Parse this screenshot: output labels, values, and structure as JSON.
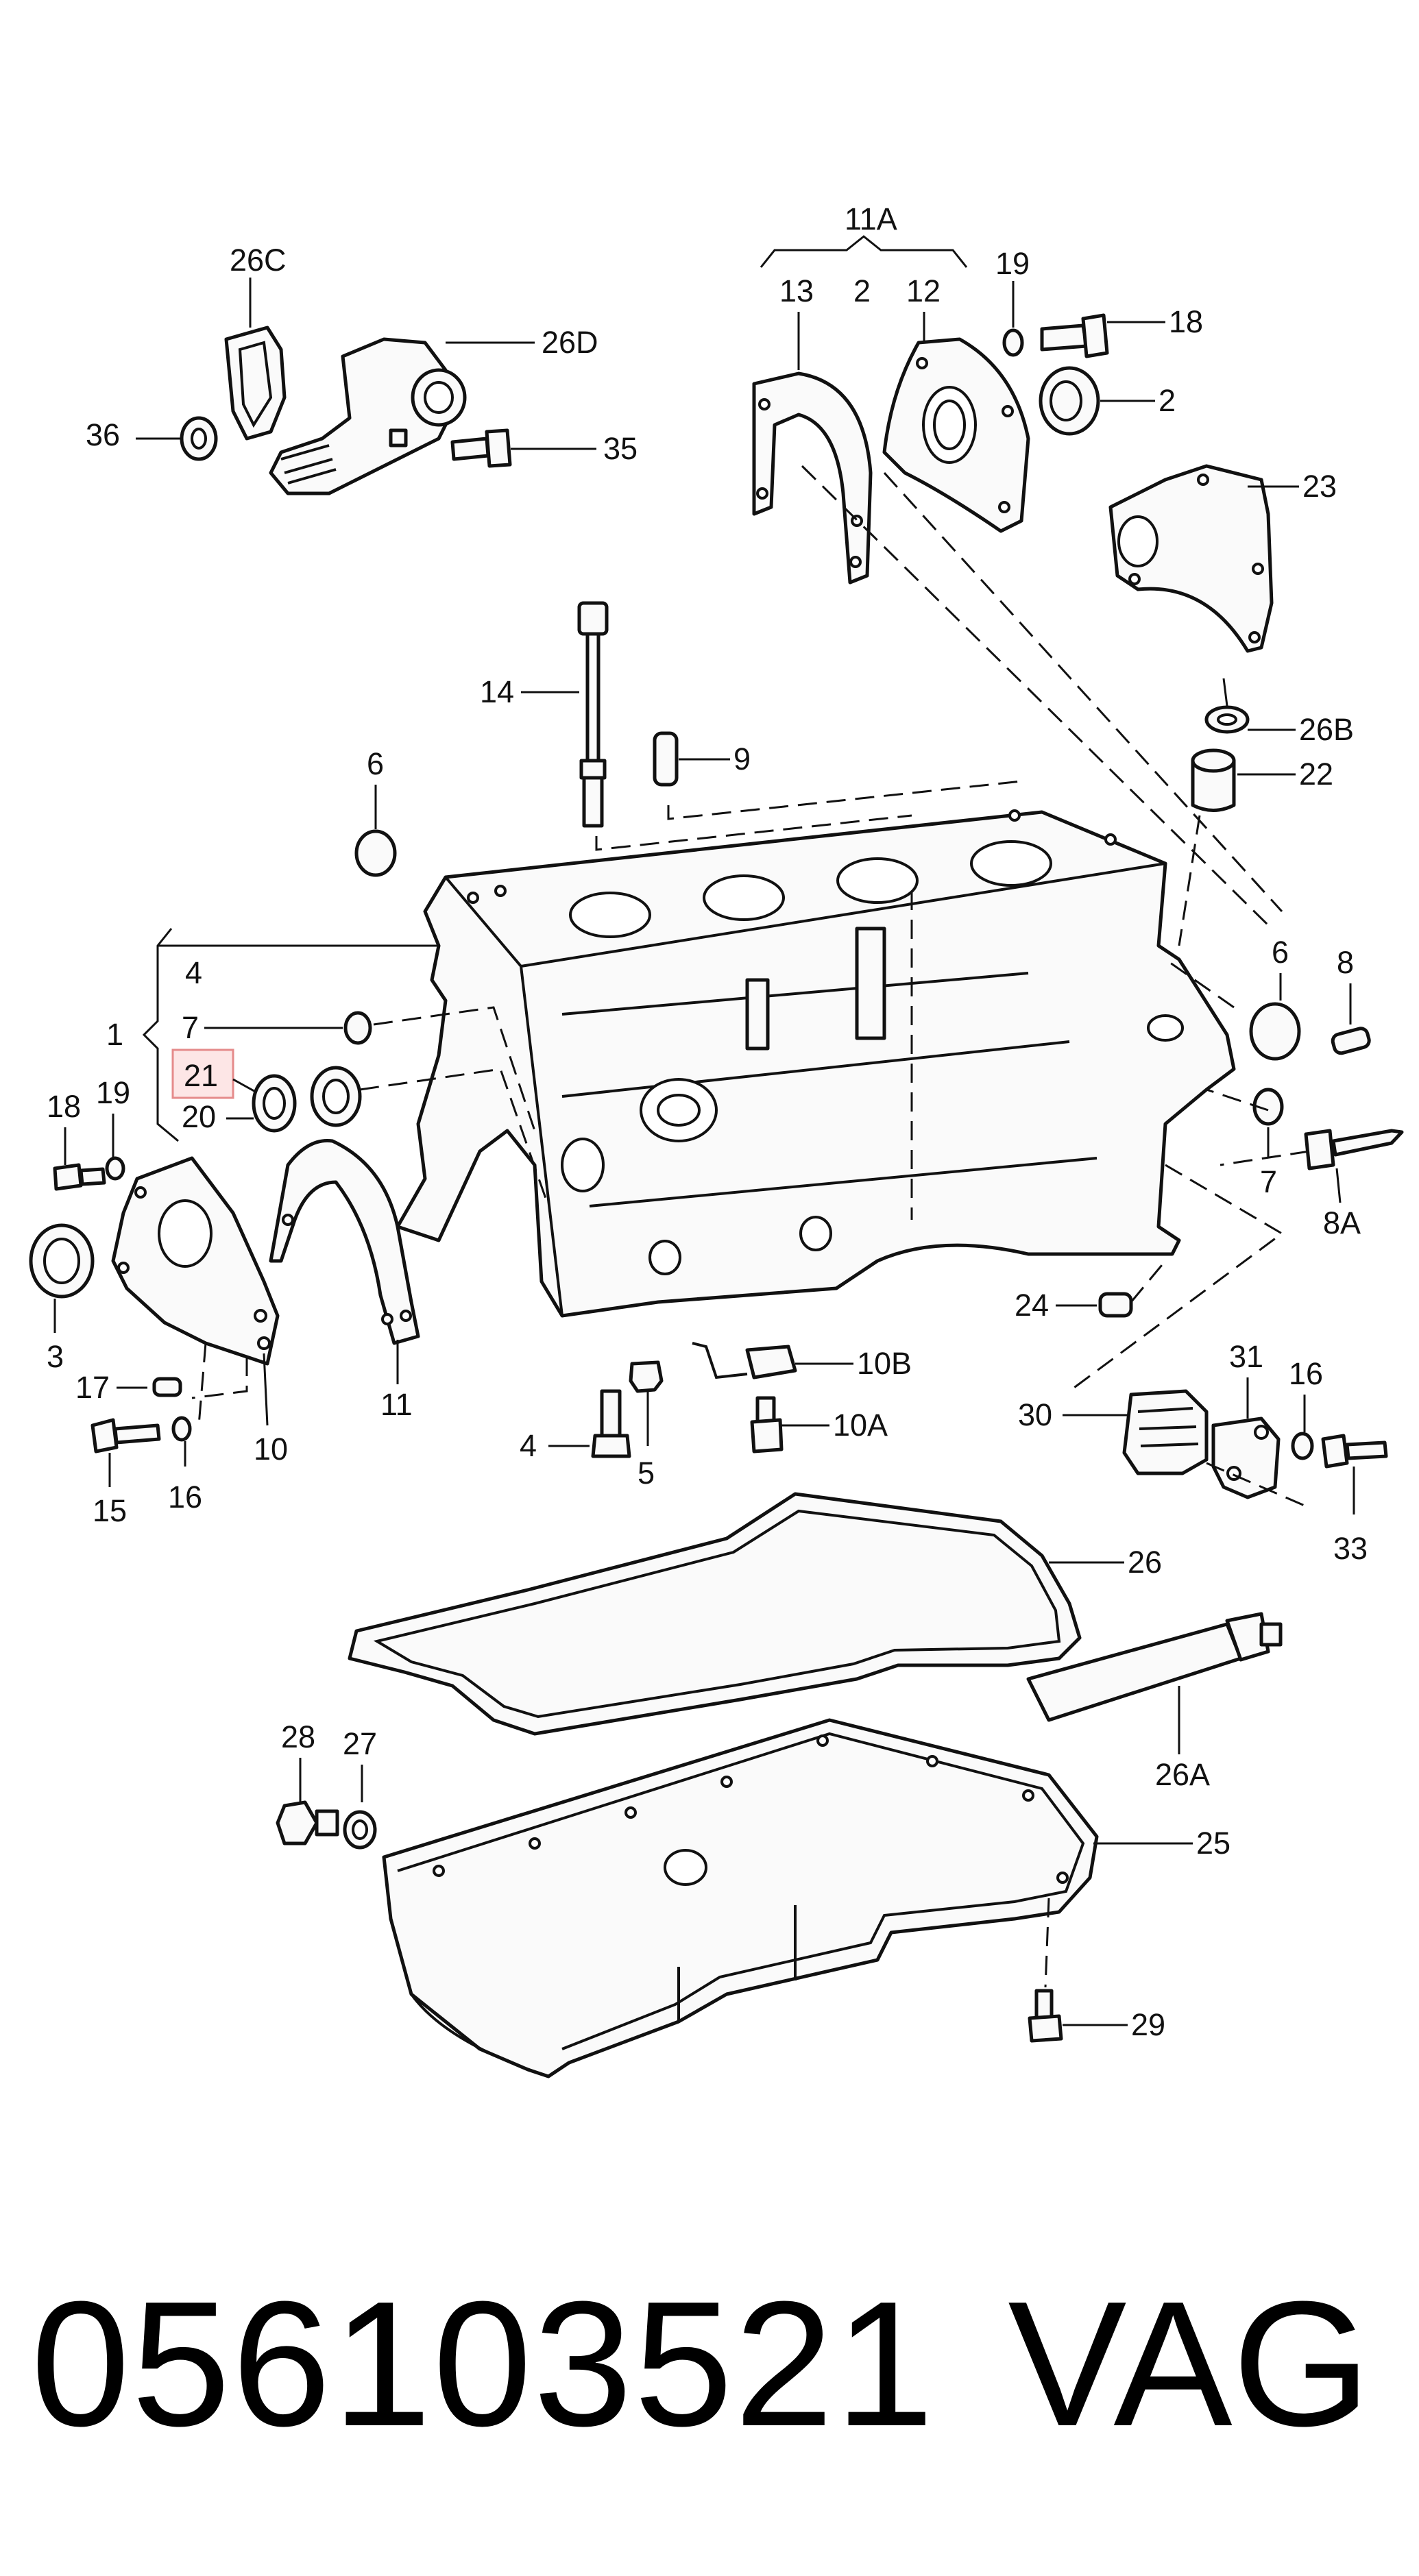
{
  "labels": {
    "l11A": "11A",
    "l13": "13",
    "l2top": "2",
    "l12": "12",
    "l19top": "19",
    "l18top": "18",
    "l2": "2",
    "l23": "23",
    "l26C": "26C",
    "l26D": "26D",
    "l36": "36",
    "l35": "35",
    "l14": "14",
    "l9": "9",
    "l6top": "6",
    "l26B": "26B",
    "l22": "22",
    "l4": "4",
    "l1": "1",
    "l7left": "7",
    "l21": "21",
    "l20": "20",
    "l18left": "18",
    "l19left": "19",
    "l6right": "6",
    "l8": "8",
    "l7right": "7",
    "l8A": "8A",
    "l3": "3",
    "l17": "17",
    "l10": "10",
    "l11": "11",
    "l15": "15",
    "l16left": "16",
    "l4bottom": "4",
    "l5": "5",
    "l10B": "10B",
    "l10A": "10A",
    "l24": "24",
    "l31": "31",
    "l16right": "16",
    "l30": "30",
    "l33": "33",
    "l26": "26",
    "l26A": "26A",
    "l28": "28",
    "l27": "27",
    "l25": "25",
    "l29": "29"
  },
  "highlight": {
    "label": "21",
    "color": "#e58b8b"
  },
  "footer": {
    "part_number": "056103521",
    "brand": "VAG"
  }
}
